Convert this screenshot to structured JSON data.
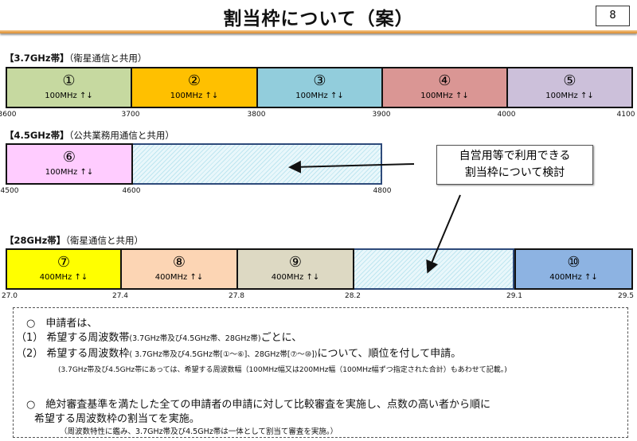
{
  "title": "割当枠について（案）",
  "page_number": "8",
  "bands": [
    {
      "label_bold": "【3.7GHz帯】",
      "label": "（衛星通信と共用）",
      "blocks": [
        {
          "num": "①",
          "bw": "100MHz ↑↓",
          "color": "#c6d9a0"
        },
        {
          "num": "②",
          "bw": "100MHz ↑↓",
          "color": "#ffc000"
        },
        {
          "num": "③",
          "bw": "100MHz ↑↓",
          "color": "#92cddc"
        },
        {
          "num": "④",
          "bw": "100MHz ↑↓",
          "color": "#da9694"
        },
        {
          "num": "⑤",
          "bw": "100MHz ↑↓",
          "color": "#ccc0da"
        }
      ],
      "ticks": [
        "3600",
        "3700",
        "3800",
        "3900",
        "4000",
        "4100"
      ]
    },
    {
      "label_bold": "【4.5GHz帯】",
      "label": "（公共業務用通信と共用）",
      "blocks": [
        {
          "num": "⑥",
          "bw": "100MHz ↑↓",
          "color": "#ffccff"
        }
      ],
      "ticks": [
        "4500",
        "4600",
        "4800"
      ]
    },
    {
      "label_bold": "【28GHz帯】",
      "label": "（衛星通信と共用）",
      "blocks": [
        {
          "num": "⑦",
          "bw": "400MHz ↑↓",
          "color": "#ffff00"
        },
        {
          "num": "⑧",
          "bw": "400MHz ↑↓",
          "color": "#fcd5b4"
        },
        {
          "num": "⑨",
          "bw": "400MHz ↑↓",
          "color": "#ddd9c3"
        },
        {
          "num": "⑩",
          "bw": "400MHz ↑↓",
          "color": "#8db3e2"
        }
      ],
      "ticks": [
        "27.0",
        "27.4",
        "27.8",
        "28.2",
        "29.1",
        "29.5"
      ]
    }
  ],
  "callout": [
    "自営用等で利用できる",
    "割当枠について検討"
  ],
  "notes": [
    "○　申請者は、",
    "（1）  希望する周波数帯",
    "(3.7GHz帯及び4.5GHz帯、28GHz帯)",
    "ごとに、",
    "（2）  希望する周波数枠",
    "( 3.7GHz帯及び4.5GHz帯[①～⑥]、28GHz帯[⑦～⑩])",
    "について、順位を付して申請。",
    "(3.7GHz帯及び4.5GHz帯にあっては、希望する周波数幅（100MHz幅又は200MHz幅（100MHz幅ずつ指定された合計）もあわせて記載。)",
    "○　絶対審査基準を満たした全ての申請者の申請に対して比較審査を実施し、点数の高い者から順に",
    "希望する周波数枠の割当てを実施。",
    "（周波数特性に鑑み、3.7GHz帯及び4.5GHz帯は一体として割当て審査を実施。）"
  ]
}
